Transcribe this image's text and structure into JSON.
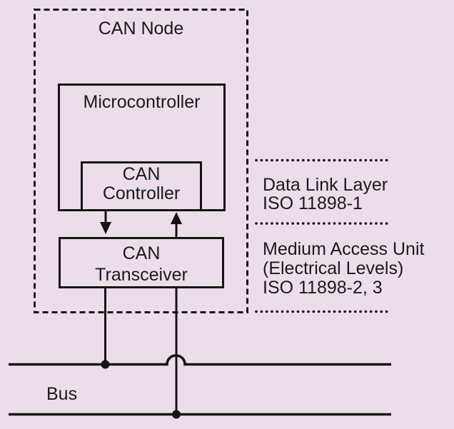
{
  "diagram": {
    "node_title": "CAN Node",
    "microcontroller_label": "Microcontroller",
    "controller": {
      "line1": "CAN",
      "line2": "Controller"
    },
    "transceiver": {
      "line1": "CAN",
      "line2": "Transceiver"
    },
    "layers": {
      "data_link": {
        "line1": "Data Link Layer",
        "line2": "ISO 11898-1"
      },
      "medium_access": {
        "line1": "Medium Access Unit",
        "line2": "(Electrical Levels)",
        "line3": "ISO 11898-2, 3"
      }
    },
    "bus_label": "Bus",
    "colors": {
      "background": "#ebdeea",
      "line": "#141414",
      "text": "#1a1a1a"
    }
  }
}
